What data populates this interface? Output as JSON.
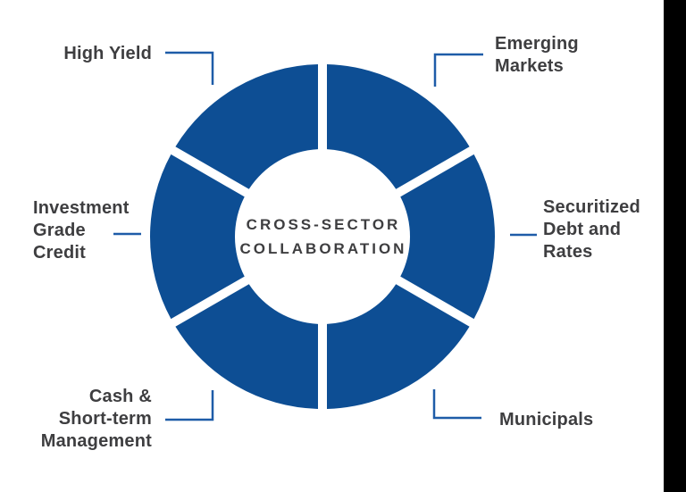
{
  "diagram": {
    "center_label": "CROSS-SECTOR\nCOLLABORATION",
    "segment_count": 6,
    "labels": {
      "high_yield": "High Yield",
      "emerging_markets": "Emerging\nMarkets",
      "investment_grade_credit": "Investment\nGrade\nCredit",
      "securitized_debt_and_rates": "Securitized\nDebt and\nRates",
      "cash_short_term_management": "Cash &\nShort-term\nManagement",
      "municipals": "Municipals"
    },
    "colors": {
      "segment_blue": "#0D4E94",
      "connector_blue": "#1E5CA8",
      "label_text": "#3E3E40",
      "background": "#FFFFFF",
      "right_bar": "#000000"
    }
  }
}
